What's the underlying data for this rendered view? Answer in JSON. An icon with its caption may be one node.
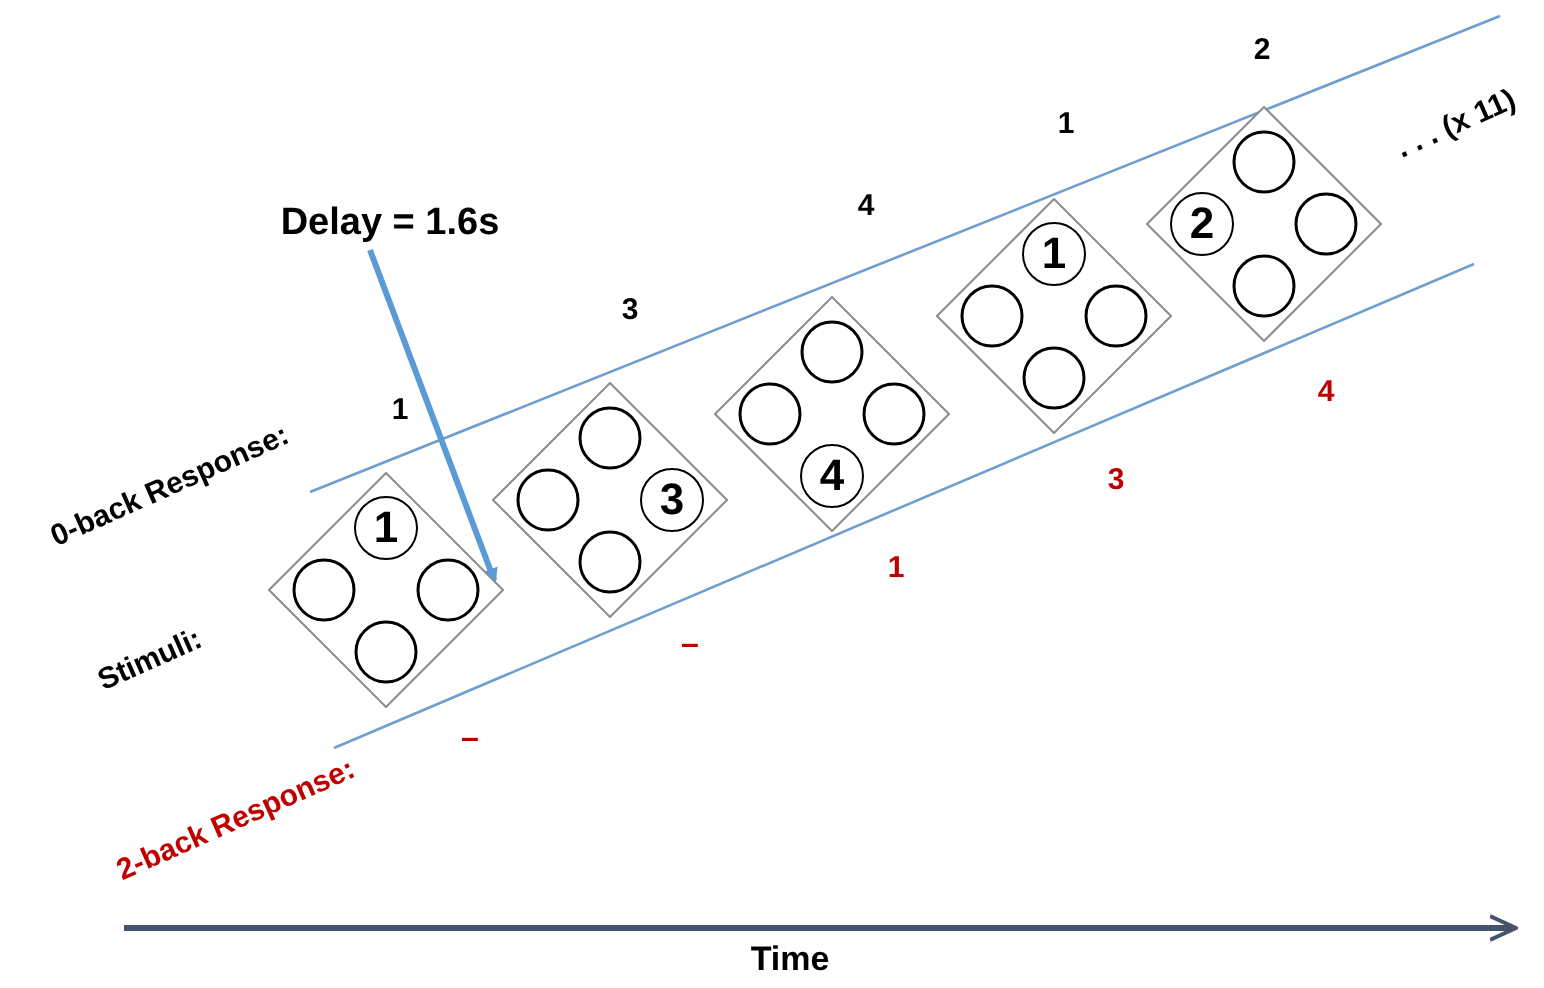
{
  "diagram": {
    "nodes": [
      {
        "text": [],
        "shape": "diamond"
      },
      {
        "text": [
          "1"
        ],
        "in": 0
      },
      {
        "text": [],
        "shape": "circle",
        "in": 0
      },
      {
        "text": [],
        "shape": "circle",
        "in": 0
      },
      {
        "text": [],
        "shape": "circle",
        "in": 0
      },
      {
        "text": [],
        "shape": "diamond"
      },
      {
        "text": [],
        "shape": "circle",
        "in": 5
      },
      {
        "text": [],
        "shape": "circle",
        "in": 5
      },
      {
        "text": [
          "3"
        ],
        "in": 5
      },
      {
        "text": [],
        "shape": "circle",
        "in": 5
      },
      {
        "text": [],
        "shape": "diamond"
      },
      {
        "text": [],
        "shape": "circle",
        "in": 10
      },
      {
        "text": [],
        "shape": "circle",
        "in": 10
      },
      {
        "text": [],
        "shape": "circle",
        "in": 10
      },
      {
        "text": [
          "4"
        ],
        "in": 10
      },
      {
        "text": [],
        "shape": "diamond"
      },
      {
        "text": [
          "1"
        ],
        "in": 15
      },
      {
        "text": [],
        "shape": "circle",
        "in": 15
      },
      {
        "text": [],
        "shape": "circle",
        "in": 15
      },
      {
        "text": [],
        "shape": "circle",
        "in": 15
      },
      {
        "text": [],
        "shape": "diamond"
      },
      {
        "text": [],
        "shape": "circle",
        "in": 20
      },
      {
        "text": [
          "2"
        ],
        "in": 20
      },
      {
        "text": [],
        "shape": "circle",
        "in": 20
      },
      {
        "text": [],
        "shape": "circle",
        "in": 20
      },
      {
        "text": [
          "Delay = 1.6s"
        ]
      }
    ],
    "edges": [
      {
        "from": 25,
        "to": 0,
        "arrow": "to",
        "color": "#5b9bd5"
      }
    ],
    "labels": [
      "0-back Response:",
      "1",
      "3",
      "4",
      "1",
      "2",
      ". . . (x 11)",
      "Stimuli:",
      "–",
      "–",
      "1",
      "3",
      "4",
      "2-back Response:",
      "Time"
    ]
  }
}
